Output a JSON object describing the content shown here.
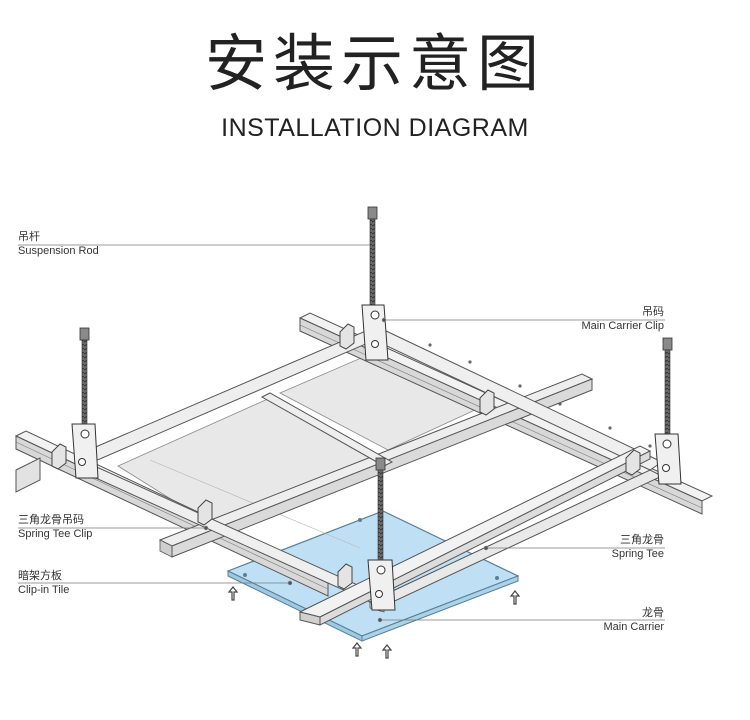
{
  "title": {
    "zh": "安装示意图",
    "en": "INSTALLATION DIAGRAM"
  },
  "labels": {
    "suspension_rod": {
      "zh": "吊杆",
      "en": "Suspension Rod"
    },
    "main_carrier_clip": {
      "zh": "吊码",
      "en": "Main Carrier Clip"
    },
    "spring_tee_clip": {
      "zh": "三角龙骨吊码",
      "en": "Spring Tee Clip"
    },
    "spring_tee": {
      "zh": "三角龙骨",
      "en": "Spring Tee"
    },
    "clip_in_tile": {
      "zh": "暗架方板",
      "en": "Clip-in Tile"
    },
    "main_carrier": {
      "zh": "龙骨",
      "en": "Main Carrier"
    }
  },
  "colors": {
    "tile_fill": "#bfe0f4",
    "panel_fill": "#e8e8e8",
    "rail_fill": "#e6e6e6",
    "line": "#555555",
    "rod": "#4a4a4a"
  }
}
